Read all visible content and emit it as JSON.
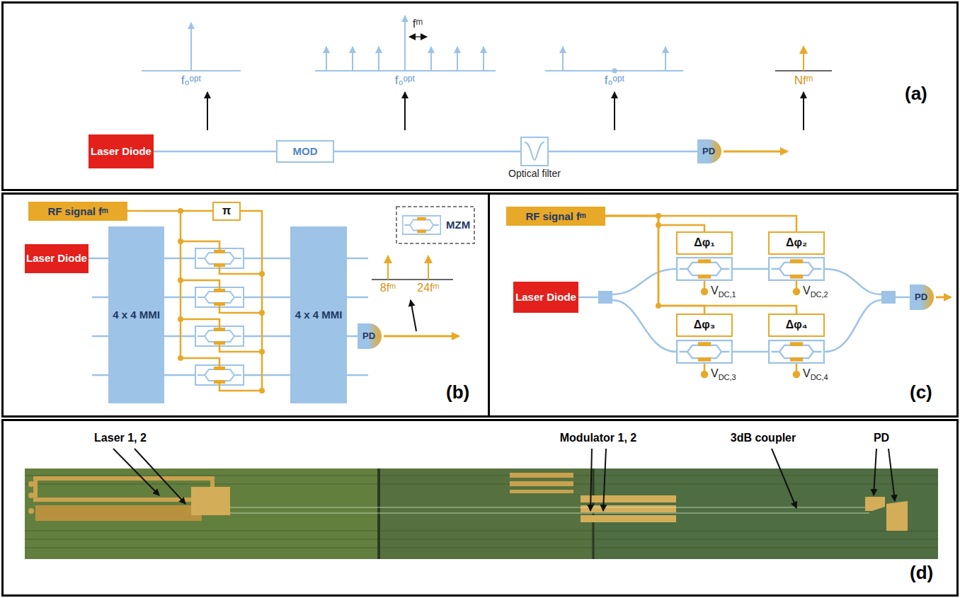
{
  "diagram": {
    "nodes": [
      {
        "text": [
          "(a)"
        ]
      },
      {
        "text": [
          "Laser Diode"
        ],
        "in": 0
      },
      {
        "text": [
          "MOD"
        ],
        "in": 0
      },
      {
        "text": [
          "Optical filter"
        ],
        "in": 0
      },
      {
        "text": [
          "PD"
        ],
        "in": 0
      },
      {
        "text": [
          "(b)"
        ]
      },
      {
        "text": [
          "RF signal fᵐ"
        ],
        "in": 5
      },
      {
        "text": [
          "π"
        ],
        "in": 5
      },
      {
        "text": [
          "Laser Diode"
        ],
        "in": 5
      },
      {
        "text": [
          "4 x 4 MMI"
        ],
        "in": 5
      },
      {
        "text": [
          "4 x 4 MMI"
        ],
        "in": 5
      },
      {
        "text": [
          "PD"
        ],
        "in": 5
      },
      {
        "text": [
          "(c)"
        ]
      },
      {
        "text": [
          "RF signal fᵐ"
        ],
        "in": 12
      },
      {
        "text": [
          "Δφ₁"
        ],
        "in": 12
      },
      {
        "text": [
          "Δφ₂"
        ],
        "in": 12
      },
      {
        "text": [
          "Δφ₃"
        ],
        "in": 12
      },
      {
        "text": [
          "Δφ₄"
        ],
        "in": 12
      },
      {
        "text": [
          "Laser Diode"
        ],
        "in": 12
      },
      {
        "text": [
          "PD"
        ],
        "in": 12
      },
      {
        "text": [
          "(d)"
        ]
      }
    ],
    "edges": [
      {
        "from": 1,
        "to": 2,
        "arrow": "none"
      },
      {
        "from": 2,
        "to": 3,
        "arrow": "none"
      },
      {
        "from": 3,
        "to": 4,
        "arrow": "none"
      },
      {
        "from": 6,
        "to": 7,
        "arrow": "none"
      },
      {
        "from": 8,
        "to": 9,
        "arrow": "none"
      },
      {
        "from": 10,
        "to": 11,
        "arrow": "none"
      },
      {
        "from": 13,
        "to": 14,
        "arrow": "none"
      },
      {
        "from": 13,
        "to": 15,
        "arrow": "none"
      },
      {
        "from": 13,
        "to": 16,
        "arrow": "none"
      },
      {
        "from": 13,
        "to": 17,
        "arrow": "none"
      }
    ],
    "labels": [
      "f₀ᵒᵖᵗ",
      "fᵐ",
      "f₀ᵒᵖᵗ",
      "f₀ᵒᵖᵗ",
      "Nfᵐ",
      "8fᵐ",
      "24fᵐ",
      "V",
      "DC,1",
      "V",
      "DC,2",
      "V",
      "DC,3",
      "V",
      "DC,4",
      "Laser 1, 2",
      "Modulator 1, 2",
      "3dB coupler",
      "PD"
    ],
    "legend": [
      {
        "text": "MZM"
      }
    ]
  }
}
